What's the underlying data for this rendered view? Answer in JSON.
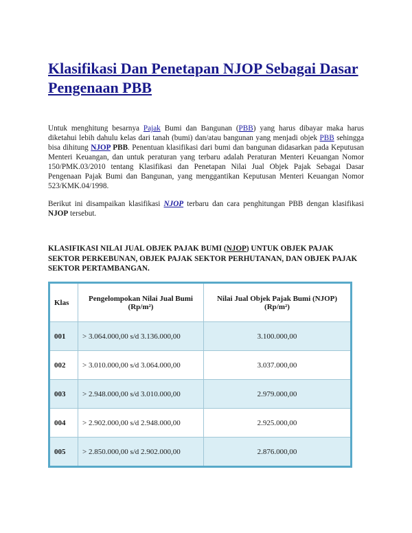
{
  "title": "Klasifikasi Dan Penetapan NJOP Sebagai Dasar Pengenaan PBB",
  "paragraph1": {
    "t1": "Untuk menghitung besarnya ",
    "link_pajak": "Pajak",
    "t2": " Bumi dan Bangunan (",
    "link_pbb1": "PBB",
    "t3": ") yang harus dibayar maka harus diketahui lebih dahulu kelas dari tanah (bumi) dan/atau bangunan yang menjadi objek ",
    "link_pbb2": "PBB",
    "t4": " sehingga bisa dihitung ",
    "link_njop": "NJOP",
    "t5_bold": " PBB",
    "t6": ". Penentuan klasifikasi dari bumi dan bangunan didasarkan pada Keputusan Menteri Keuangan, dan untuk peraturan yang terbaru adalah Peraturan Menteri Keuangan Nomor 150/PMK.03/2010 tentang Klasifikasi dan Penetapan Nilai Jual Objek Pajak Sebagai Dasar Pengenaan Pajak Bumi dan Bangunan, yang menggantikan Keputusan Menteri Keuangan Nomor 523/KMK.04/1998."
  },
  "paragraph2": {
    "t1": "Berikut ini disampaikan klasifikasi ",
    "link_njop": "NJOP",
    "t2": " terbaru dan cara penghitungan PBB dengan klasifikasi ",
    "t3_bold": "NJOP",
    "t4": " tersebut."
  },
  "section_heading": {
    "t1": "KLASIFIKASI NILAI JUAL OBJEK PAJAK BUMI  (",
    "link_njop": "NJOP",
    "t2": ") UNTUK OBJEK PAJAK SEKTOR PERKEBUNAN, OBJEK PAJAK SEKTOR PERHUTANAN, DAN OBJEK PAJAK SEKTOR PERTAMBANGAN."
  },
  "table": {
    "headers": {
      "klas": "Klas",
      "pengelompokan": "Pengelompokan Nilai Jual Bumi",
      "pengelompokan_unit": "(Rp/m²)",
      "njop": "Nilai Jual Objek Pajak Bumi (NJOP)",
      "njop_unit": "(Rp/m²)"
    },
    "rows": [
      {
        "klas": "001",
        "range": "> 3.064.000,00 s/d  3.136.000,00",
        "nilai": "3.100.000,00"
      },
      {
        "klas": "002",
        "range": "> 3.010.000,00 s/d  3.064.000,00",
        "nilai": "3.037.000,00"
      },
      {
        "klas": "003",
        "range": "> 2.948.000,00 s/d  3.010.000,00",
        "nilai": "2.979.000,00"
      },
      {
        "klas": "004",
        "range": "> 2.902.000,00 s/d  2.948.000,00",
        "nilai": "2.925.000,00"
      },
      {
        "klas": "005",
        "range": "> 2.850.000,00 s/d  2.902.000,00",
        "nilai": "2.876.000,00"
      }
    ]
  },
  "colors": {
    "title": "#1a1a8c",
    "link": "#1a1aa0",
    "table_border": "#58a9c9",
    "row_shade": "#daeef5"
  }
}
